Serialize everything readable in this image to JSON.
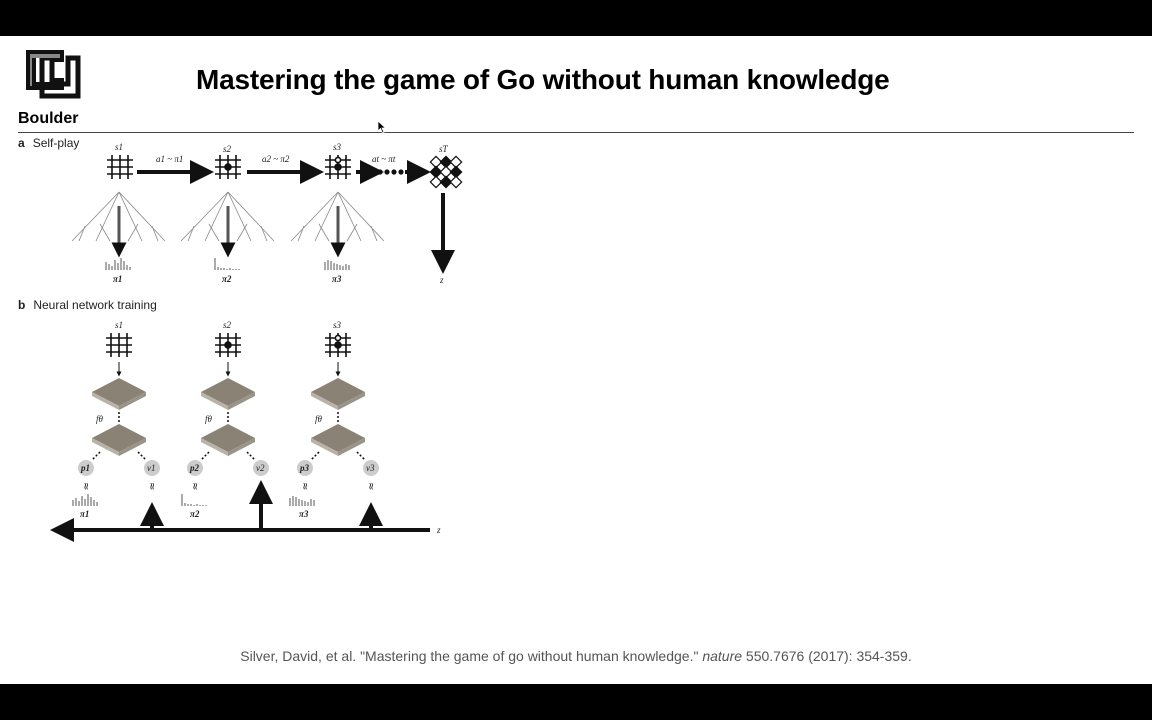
{
  "slide": {
    "title": "Mastering the game of Go without human knowledge",
    "logo_text": "Boulder",
    "logo_icon": "cu-logo-icon"
  },
  "panel_a": {
    "letter": "a",
    "label": "Self-play",
    "states": [
      "s1",
      "s2",
      "s3",
      "sT"
    ],
    "actions": [
      "a1 ~ π1",
      "a2 ~ π2",
      "at ~ πt"
    ],
    "policies": [
      "π1",
      "π2",
      "π3"
    ],
    "outcome": "z"
  },
  "panel_b": {
    "letter": "b",
    "label": "Neural network training",
    "states": [
      "s1",
      "s2",
      "s3"
    ],
    "network": "fθ",
    "policy_outputs": [
      "p1",
      "p2",
      "p3"
    ],
    "value_outputs": [
      "v1",
      "v2",
      "v3"
    ],
    "policy_targets": [
      "π1",
      "π2",
      "π3"
    ],
    "outcome": "z"
  },
  "citation": {
    "prefix": "Silver, David, et al. \"Mastering the game of go without human knowledge.\" ",
    "journal": "nature",
    "suffix": " 550.7676 (2017): 354-359."
  }
}
